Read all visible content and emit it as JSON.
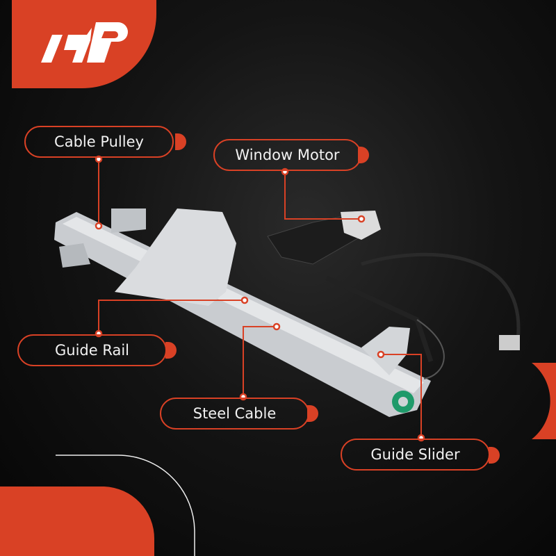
{
  "brand": {
    "logo_text": "A-P",
    "accent_color": "#d94125"
  },
  "labels": {
    "cable_pulley": "Cable Pulley",
    "window_motor": "Window Motor",
    "guide_rail": "Guide Rail",
    "steel_cable": "Steel Cable",
    "guide_slider": "Guide Slider"
  }
}
